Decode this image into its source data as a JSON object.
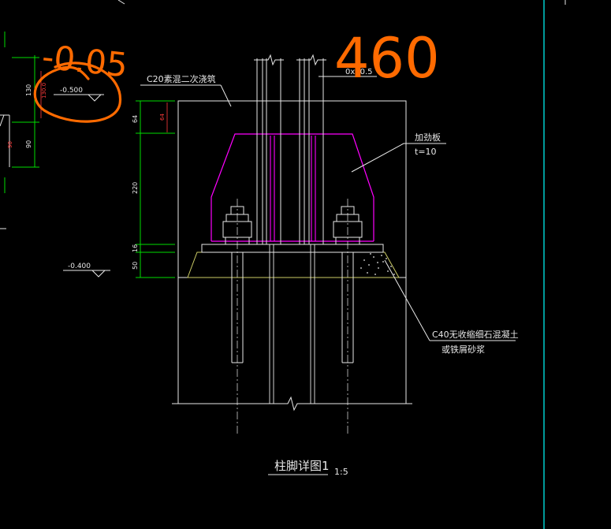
{
  "labels": {
    "grout_concrete": "C20素混二次浇筑",
    "rod_spec": "0x40.5",
    "stiffener_title": "加劲板",
    "stiffener_thk": "t=10",
    "grout_c40_line1": "C40无收缩细石混凝土",
    "grout_c40_line2": "或铁屑砂浆",
    "elev_upper": "-0.500",
    "elev_lower": "-0.400",
    "drawing_title": "柱脚详图1",
    "scale": "1:5"
  },
  "dimensions": {
    "left_130": "130",
    "left_90": "90",
    "left_red_1": "130.0",
    "left_red_2": "90",
    "dim_64": "64",
    "dim_64_red": "64",
    "dim_220": "220",
    "dim_16": "16",
    "dim_50": "50"
  },
  "annotations": {
    "handwritten_elevation": "-0.05",
    "handwritten_number": "460"
  },
  "colors": {
    "background": "#000000",
    "line": "#e8e8e8",
    "stiffener": "#ff00ff",
    "dimension": "#00dd00",
    "annotation": "#ff6a00",
    "border": "#00ffff",
    "dim_text_red": "#ff3b3b"
  }
}
